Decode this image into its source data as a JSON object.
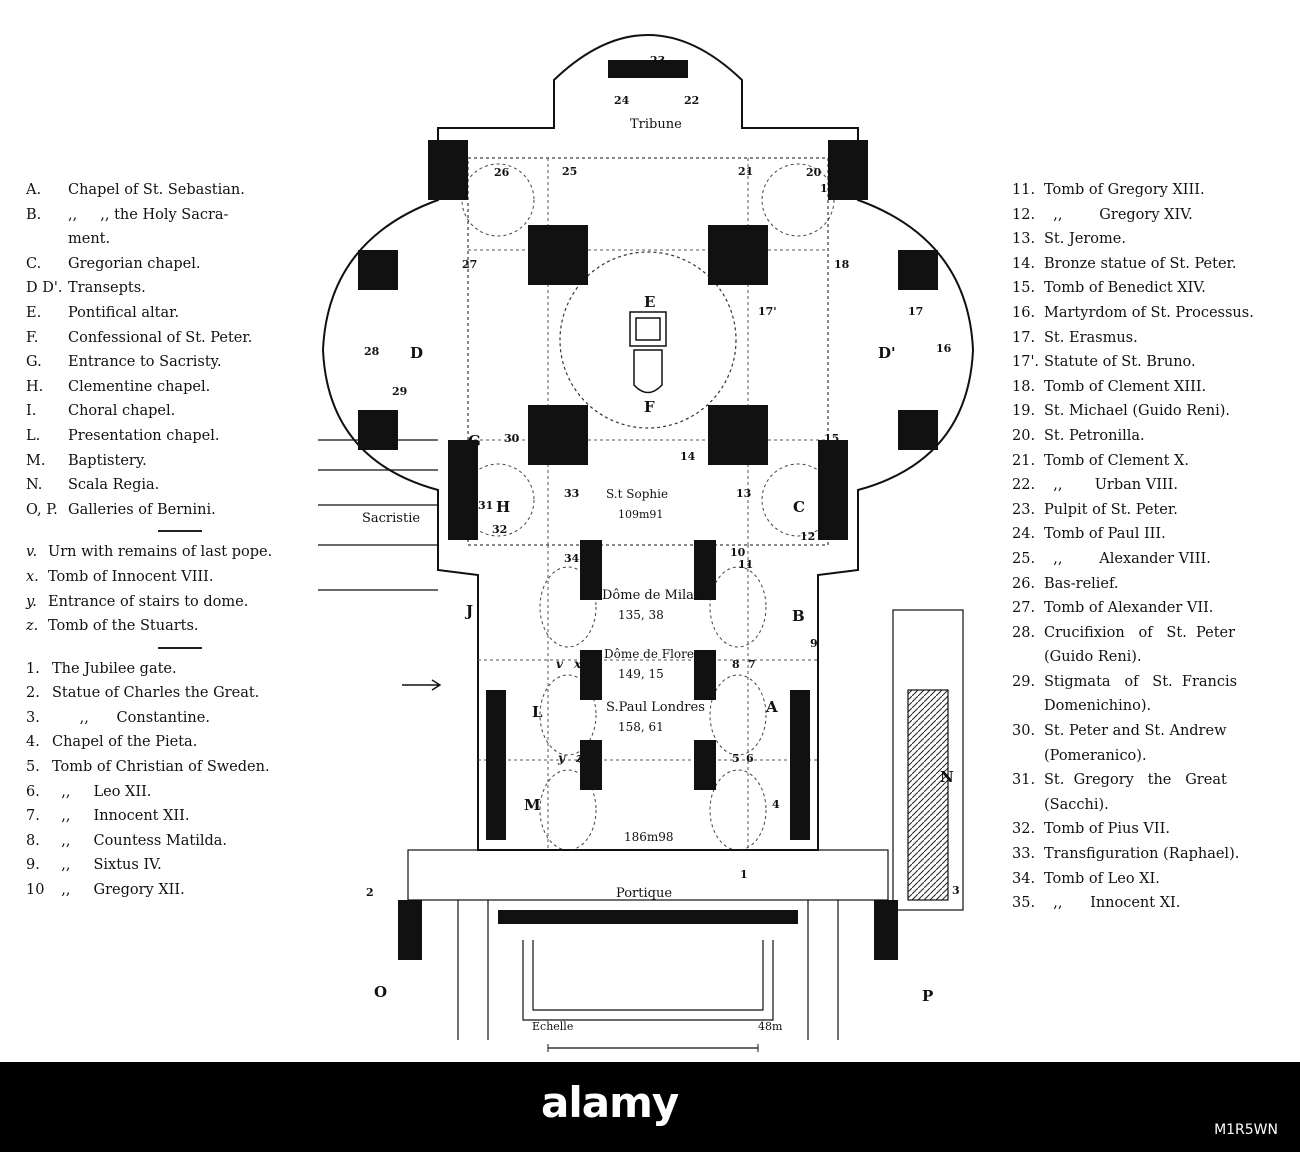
{
  "legend_left": {
    "letters": [
      {
        "key": "A.",
        "text": "Chapel of St. Sebastian."
      },
      {
        "key": "B.",
        "text": ",,     ,, the Holy Sacra-"
      },
      {
        "key": "",
        "text": "ment."
      },
      {
        "key": "C.",
        "text": "Gregorian chapel."
      },
      {
        "key": "D D'.",
        "text": "Transepts."
      },
      {
        "key": "E.",
        "text": "Pontifical altar."
      },
      {
        "key": "F.",
        "text": "Confessional of St. Peter."
      },
      {
        "key": "G.",
        "text": "Entrance to Sacristy."
      },
      {
        "key": "H.",
        "text": "Clementine chapel."
      },
      {
        "key": "I.",
        "text": "Choral chapel."
      },
      {
        "key": "L.",
        "text": "Presentation chapel."
      },
      {
        "key": "M.",
        "text": "Baptistery."
      },
      {
        "key": "N.",
        "text": "Scala Regia."
      },
      {
        "key": "O, P.",
        "text": "Galleries of Bernini."
      }
    ],
    "small_letters": [
      {
        "key": "v.",
        "text": "Urn with remains of last pope."
      },
      {
        "key": "x.",
        "text": "Tomb of Innocent VIII."
      },
      {
        "key": "y.",
        "text": "Entrance of stairs to dome."
      },
      {
        "key": "z.",
        "text": "Tomb of the Stuarts."
      }
    ],
    "numbers": [
      {
        "key": "1.",
        "text": "The Jubilee gate."
      },
      {
        "key": "2.",
        "text": "Statue of Charles the Great."
      },
      {
        "key": "3.",
        "text": "      ,,      Constantine."
      },
      {
        "key": "4.",
        "text": "Chapel of the Pieta."
      },
      {
        "key": "5.",
        "text": "Tomb of Christian of Sweden."
      },
      {
        "key": "6.",
        "text": "  ,,     Leo XII."
      },
      {
        "key": "7.",
        "text": "  ,,     Innocent XII."
      },
      {
        "key": "8.",
        "text": "  ,,     Countess Matilda."
      },
      {
        "key": "9.",
        "text": "  ,,     Sixtus IV."
      },
      {
        "key": "10",
        "text": "  ,,     Gregory XII."
      }
    ]
  },
  "legend_right": [
    {
      "key": "11.",
      "text": "Tomb of Gregory XIII."
    },
    {
      "key": "12.",
      "text": "  ,,        Gregory XIV."
    },
    {
      "key": "13.",
      "text": "St. Jerome."
    },
    {
      "key": "14.",
      "text": "Bronze statue of St. Peter."
    },
    {
      "key": "15.",
      "text": "Tomb of Benedict XIV."
    },
    {
      "key": "16.",
      "text": "Martyrdom of St. Processus."
    },
    {
      "key": "17.",
      "text": "St. Erasmus."
    },
    {
      "key": "17'.",
      "text": "Statute of St. Bruno."
    },
    {
      "key": "18.",
      "text": "Tomb of Clement XIII."
    },
    {
      "key": "19.",
      "text": "St. Michael (Guido Reni)."
    },
    {
      "key": "20.",
      "text": "St. Petronilla."
    },
    {
      "key": "21.",
      "text": "Tomb of Clement X."
    },
    {
      "key": "22.",
      "text": "  ,,       Urban VIII."
    },
    {
      "key": "23.",
      "text": "Pulpit of St. Peter."
    },
    {
      "key": "24.",
      "text": "Tomb of Paul III."
    },
    {
      "key": "25.",
      "text": "  ,,        Alexander VIII."
    },
    {
      "key": "26.",
      "text": "Bas-relief."
    },
    {
      "key": "27.",
      "text": "Tomb of Alexander VII."
    },
    {
      "key": "28.",
      "text": "Crucifixion   of   St.  Peter"
    },
    {
      "key": "",
      "text": "(Guido Reni)."
    },
    {
      "key": "29.",
      "text": "Stigmata   of   St.  Francis"
    },
    {
      "key": "",
      "text": "Domenichino)."
    },
    {
      "key": "30.",
      "text": "St. Peter and St. Andrew"
    },
    {
      "key": "",
      "text": "(Pomeranico)."
    },
    {
      "key": "31.",
      "text": "St.  Gregory   the   Great"
    },
    {
      "key": "",
      "text": "(Sacchi)."
    },
    {
      "key": "32.",
      "text": "Tomb of Pius VII."
    },
    {
      "key": "33.",
      "text": "Transfiguration (Raphael)."
    },
    {
      "key": "34.",
      "text": "Tomb of Leo XI."
    },
    {
      "key": "35.",
      "text": "  ,,      Innocent XI."
    }
  ],
  "plan_labels": {
    "tribune": "Tribune",
    "sacristie": "Sacristie",
    "portique": "Portique",
    "st_sophie": "S.t Sophie",
    "st_sophie_len": "109m91",
    "dome_milan": "Dôme de Milan",
    "dome_milan_len": "135, 38",
    "dome_florence": "Dôme de Florence",
    "dome_florence_len": "149, 15",
    "st_paul": "S.Paul Londres",
    "st_paul_len": "158, 61",
    "total_len": "186m98",
    "echelle": "Echelle",
    "scale_len": "48m"
  },
  "plan_markers": {
    "E": "E",
    "F": "F",
    "D": "D",
    "D_prime": "D'",
    "G": "G",
    "H": "H",
    "C": "C",
    "J": "J",
    "B": "B",
    "L": "L",
    "A": "A",
    "M": "M",
    "N": "N",
    "O": "O",
    "P": "P",
    "v": "v",
    "x": "x",
    "y": "y",
    "z": "z",
    "n1": "1",
    "n2": "2",
    "n3": "3",
    "n4": "4",
    "n5": "5",
    "n6": "6",
    "n7": "7",
    "n8": "8",
    "n9": "9",
    "n10": "10",
    "n11": "11",
    "n12": "12",
    "n13": "13",
    "n14": "14",
    "n15": "15",
    "n16": "16",
    "n17": "17",
    "n17p": "17'",
    "n18": "18",
    "n19": "19",
    "n20": "20",
    "n21": "21",
    "n22": "22",
    "n23": "23",
    "n24": "24",
    "n25": "25",
    "n26": "26",
    "n27": "27",
    "n28": "28",
    "n29": "29",
    "n30": "30",
    "n31": "31",
    "n32": "32",
    "n33": "33",
    "n34": "34"
  },
  "watermark": {
    "logo": "alamy",
    "id": "M1R5WN"
  },
  "colors": {
    "ink": "#111111",
    "paper": "#ffffff",
    "banner": "#000000"
  }
}
